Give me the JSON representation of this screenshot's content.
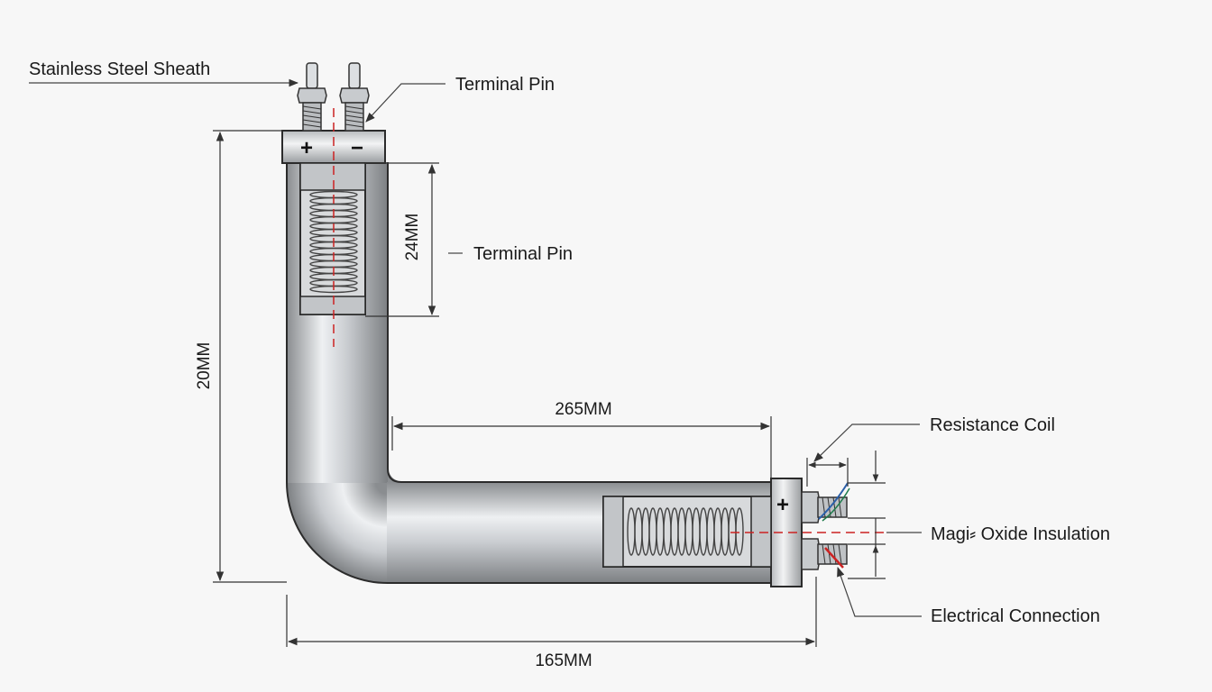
{
  "labels": {
    "sheath": "Stainless Steel Sheath",
    "terminal_pin_top": "Terminal Pin",
    "terminal_pin_mid": "Terminal Pin",
    "resistance_coil": "Resistance Coil",
    "oxide_insulation": "Magi⸗ Oxide Insulation",
    "electrical_connection": "Electrical Connection"
  },
  "dimensions": {
    "vertical_height": "20MM",
    "inner_section": "24MM",
    "horizontal_run": "265MM",
    "overall_width": "165MM"
  },
  "terminal_signs": {
    "top_positive": "+",
    "top_negative": "−",
    "right_positive": "+"
  },
  "colors": {
    "background": "#f7f7f7",
    "steel_dark": "#7a7d80",
    "steel_light": "#e8eaec",
    "outline": "#2b2b2b",
    "centerline": "#cc2222",
    "wire_blue": "#2a5fa8"
  }
}
